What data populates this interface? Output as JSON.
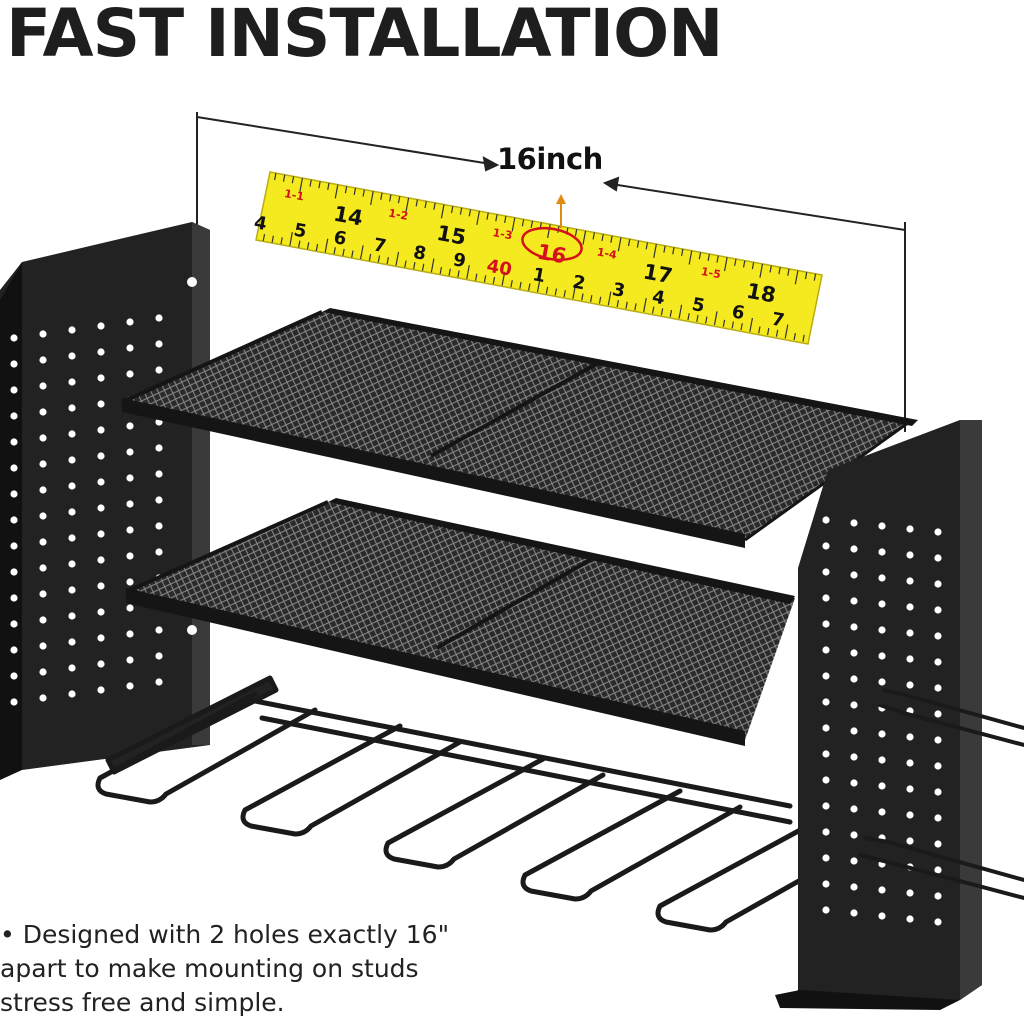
{
  "heading": "FAST INSTALLATION",
  "measurement": "16inch",
  "tape": {
    "main_numbers": [
      "4",
      "5",
      "6",
      "7",
      "8",
      "9",
      "40",
      "1",
      "2",
      "3",
      "4",
      "5",
      "6",
      "7"
    ],
    "upper_numbers": [
      "14",
      "15",
      "16",
      "17",
      "18"
    ],
    "foot_marks": [
      "1-1",
      "1-2",
      "1-3",
      "1-4",
      "1-5"
    ],
    "highlight": "16"
  },
  "caption_lines": [
    "• Designed with 2 holes exactly 16\"",
    "apart to make mounting on studs",
    "stress free and simple."
  ],
  "colors": {
    "tape": "#f4ea1f",
    "metal": "#1c1c1c",
    "highlight": "#d4101a"
  }
}
